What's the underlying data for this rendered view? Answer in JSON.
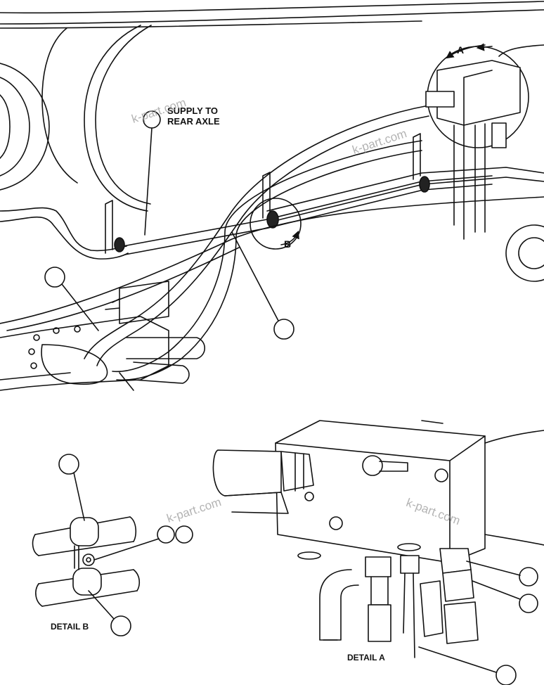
{
  "labels": {
    "supply_line1": "SUPPLY TO",
    "supply_line2": "REAR AXLE",
    "view_a": "A",
    "view_b": "B",
    "detail_a": "DETAIL A",
    "detail_b": "DETAIL B"
  },
  "watermark": "k-part.com",
  "colors": {
    "line": "#111111",
    "background": "#ffffff",
    "watermark": "#9a9a9a"
  }
}
